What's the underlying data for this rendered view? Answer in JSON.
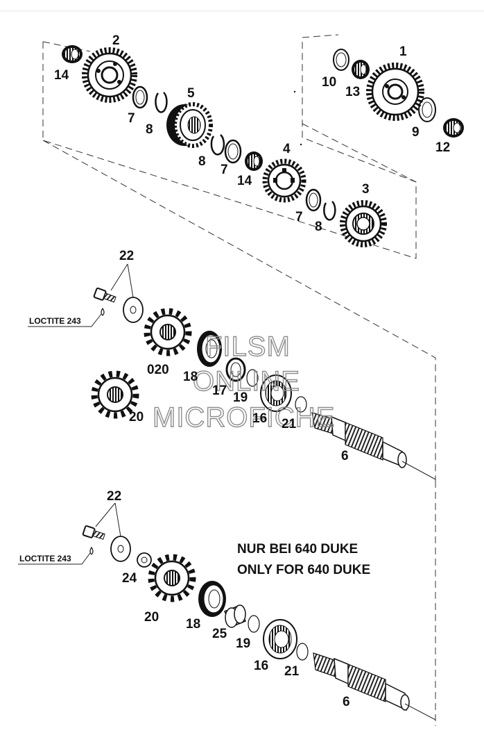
{
  "labels": {
    "p1": "1",
    "p2": "2",
    "p3": "3",
    "p4": "4",
    "p5": "5",
    "p6a": "6",
    "p6b": "6",
    "p7a": "7",
    "p7b": "7",
    "p7c": "7",
    "p8a": "8",
    "p8b": "8",
    "p8c": "8",
    "p9": "9",
    "p10": "10",
    "p12": "12",
    "p13": "13",
    "p14a": "14",
    "p14b": "14",
    "p16a": "16",
    "p16b": "16",
    "p17": "17",
    "p18a": "18",
    "p18b": "18",
    "p19a": "19",
    "p19b": "19",
    "p20a": "20",
    "p20b": "20",
    "p020": "020",
    "p21a": "21",
    "p21b": "21",
    "p22a": "22",
    "p22b": "22",
    "p24": "24",
    "p25": "25"
  },
  "notes": {
    "loctite_upper": "LOCTITE 243",
    "loctite_lower": "LOCTITE 243",
    "variant_de": "NUR BEI 640 DUKE",
    "variant_en": "ONLY FOR 640 DUKE"
  },
  "watermark": {
    "line1": "FILSM",
    "line2": "ONLINE",
    "line3": "MICROFICHE"
  }
}
